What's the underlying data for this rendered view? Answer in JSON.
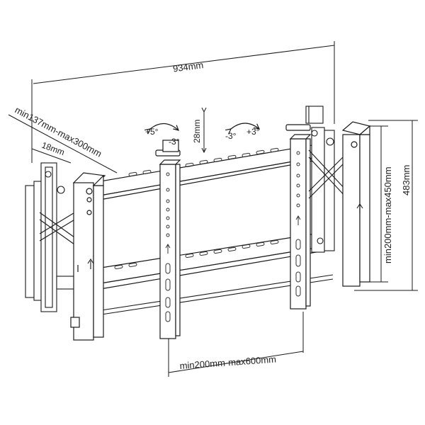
{
  "colors": {
    "line": "#1a1a1a",
    "light_line": "#555555",
    "background": "#ffffff"
  },
  "dimensions": {
    "overall_width": "934mm",
    "overall_height": "483mm",
    "depth_range": "min137mm-max300mm",
    "thickness": "18mm",
    "vertical_spacing": "min200mm-max450mm",
    "horizontal_spacing": "min200mm-max600mm",
    "height_adjust": "28mm"
  },
  "tilt": {
    "left_plus": "+5°",
    "left_minus": "-3°",
    "right_minus": "-3°",
    "right_plus": "+3°"
  }
}
